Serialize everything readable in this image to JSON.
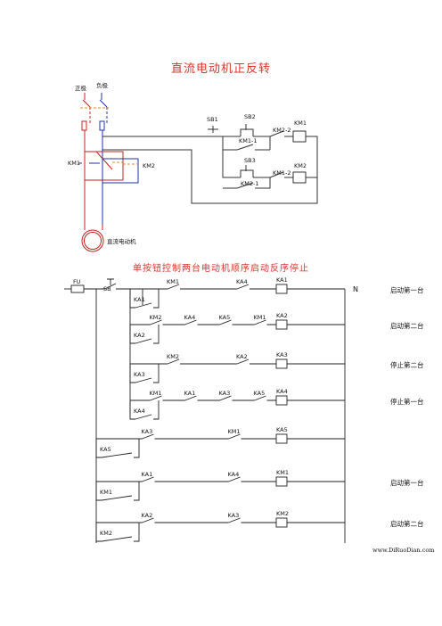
{
  "diagram1": {
    "title": "直流电动机正反转",
    "labels": {
      "pos": "正极",
      "neg": "负极",
      "sb1": "SB1",
      "sb2": "SB2",
      "sb3": "SB3",
      "km1_top": "KM1",
      "km1_aux1": "KM1-1",
      "km2_aux2": "KM2-2",
      "km2_coil": "KM2",
      "km1_aux2": "KM1-2",
      "km2_aux1": "KM2-1",
      "km1_left": "KM1",
      "km2_mid": "KM2",
      "motor": "直流电动机"
    }
  },
  "diagram2": {
    "title": "单按钮控制两台电动机顺序启动反序停止",
    "fu": "FU",
    "sb": "SB",
    "n": "N",
    "rows": [
      {
        "contacts": [
          "KM1",
          "KA4"
        ],
        "coil": "KA1",
        "side": "启动第一台",
        "latch": "KA1"
      },
      {
        "contacts": [
          "KM2",
          "KA4",
          "KA5",
          "KM1"
        ],
        "coil": "KA2",
        "side": "启动第二台",
        "latch": "KA2"
      },
      {
        "contacts": [
          "KM2",
          "KA2"
        ],
        "coil": "KA3",
        "side": "停止第二台",
        "latch": "KA3"
      },
      {
        "contacts": [
          "KM1",
          "KA1",
          "KA3",
          "KA5"
        ],
        "coil": "KA4",
        "side": "停止第一台",
        "latch": "KA4"
      },
      {
        "contacts": [
          "KA3",
          "KM1"
        ],
        "coil": "KA5",
        "side": "",
        "latch": "KA5"
      },
      {
        "contacts": [
          "KA1",
          "KA4"
        ],
        "coil": "KM1",
        "side": "启动第一台",
        "latch": "KM1"
      },
      {
        "contacts": [
          "KA2",
          "KA3"
        ],
        "coil": "KM2",
        "side": "启动第二台",
        "latch": "KM2"
      }
    ],
    "watermark": "www.DiRuoDian.com"
  }
}
